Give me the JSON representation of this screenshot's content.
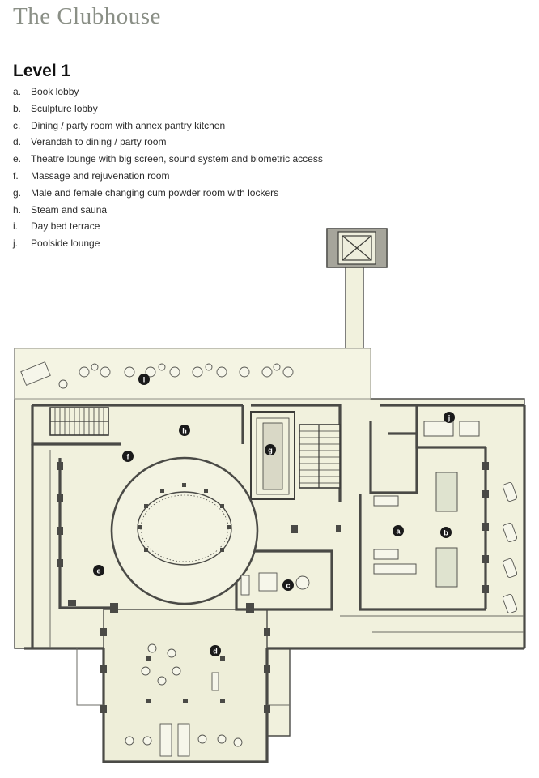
{
  "header": {
    "title": "The Clubhouse"
  },
  "level_title": "Level 1",
  "legend": [
    {
      "key": "a.",
      "text": "Book lobby"
    },
    {
      "key": "b.",
      "text": "Sculpture lobby"
    },
    {
      "key": "c.",
      "text": "Dining / party room with annex pantry kitchen"
    },
    {
      "key": "d.",
      "text": "Verandah to dining / party room"
    },
    {
      "key": "e.",
      "text": "Theatre lounge with big screen, sound system and biometric access"
    },
    {
      "key": "f.",
      "text": "Massage and rejuvenation room"
    },
    {
      "key": "g.",
      "text": "Male and female changing cum powder room with lockers"
    },
    {
      "key": "h.",
      "text": "Steam and sauna"
    },
    {
      "key": "i.",
      "text": "Day bed terrace"
    },
    {
      "key": "j.",
      "text": "Poolside lounge"
    }
  ],
  "markers": {
    "a": "a",
    "b": "b",
    "c": "c",
    "d": "d",
    "e": "e",
    "f": "f",
    "g": "g",
    "h": "h",
    "i": "i",
    "j": "j"
  },
  "colors": {
    "floor": "#f1f1dd",
    "wall": "#4a4a46",
    "marker": "#1a1a1a",
    "title": "#8a8f86",
    "bed": "#dfe3cf"
  }
}
